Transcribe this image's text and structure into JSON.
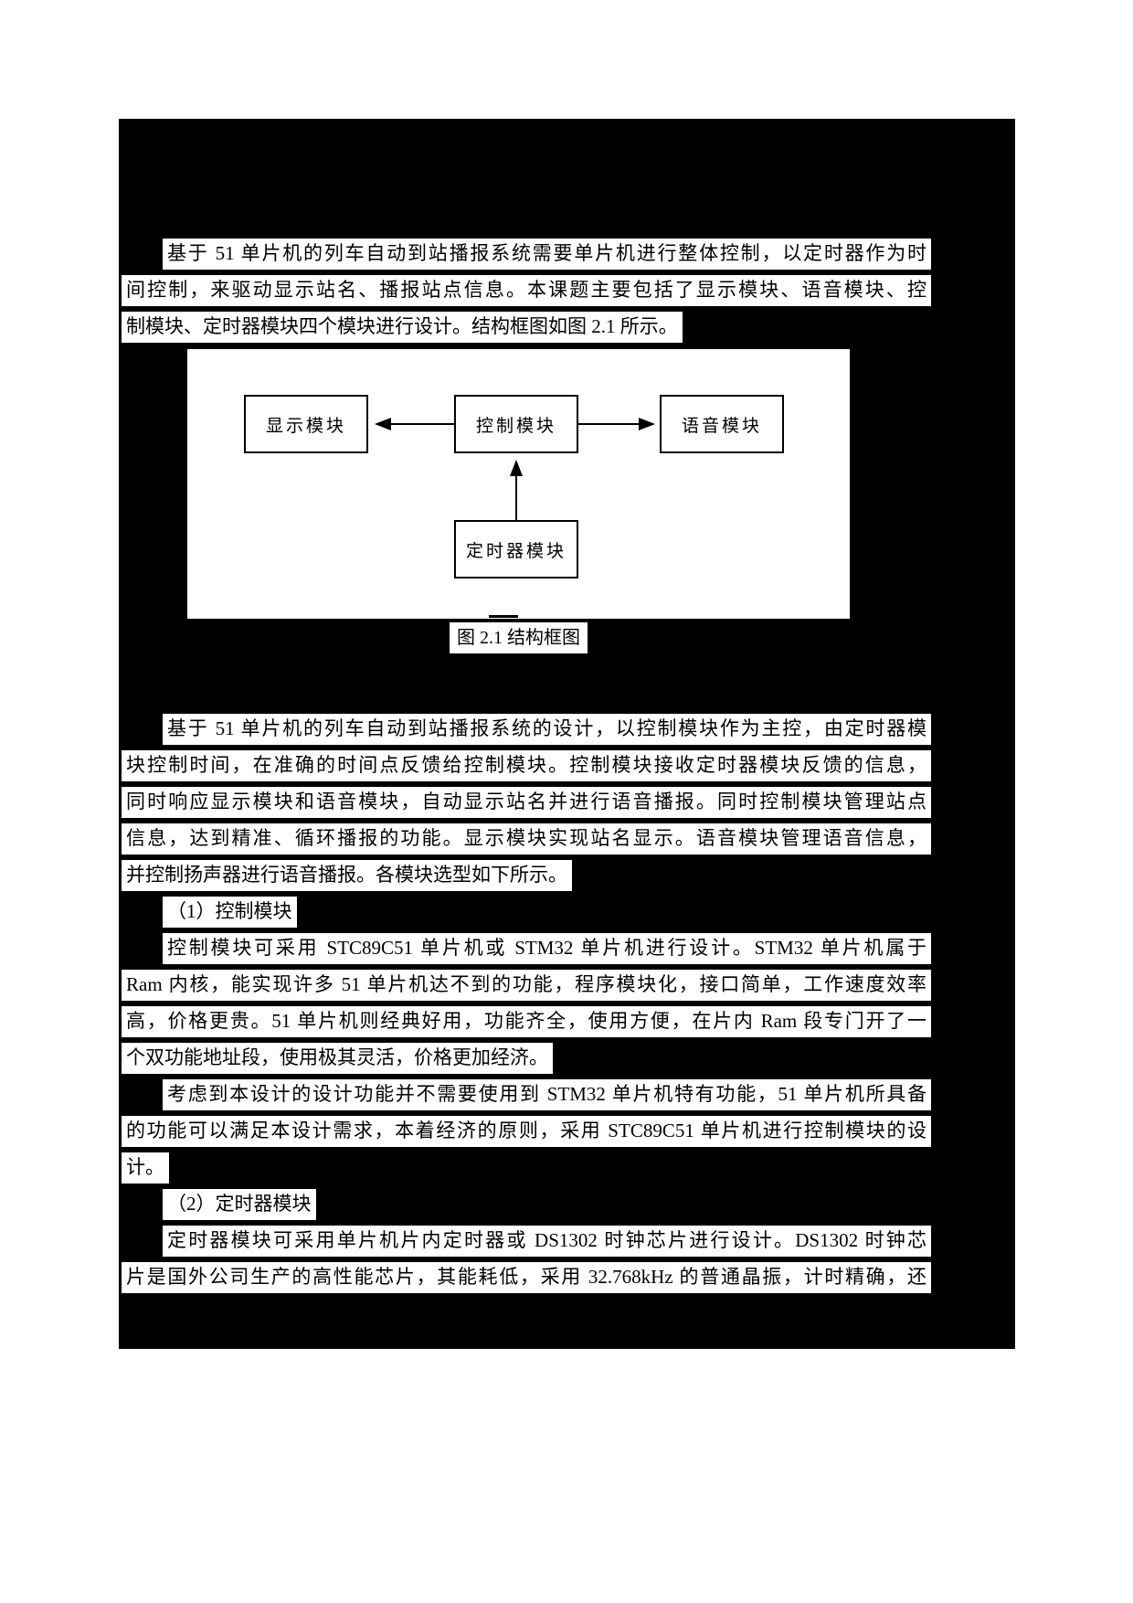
{
  "doc": {
    "colors": {
      "page_background": "#ffffff",
      "redaction_background": "#000000",
      "text_highlight": "#ffffff",
      "text_color": "#000000"
    },
    "para1": [
      "基于 51 单片机的列车自动到站播报系统需要单片机进行整体控制，以定时器作为时",
      "间控制，来驱动显示站名、播报站点信息。本课题主要包括了显示模块、语音模块、控",
      "制模块、定时器模块四个模块进行设计。结构框图如图 2.1 所示。"
    ],
    "diagram": {
      "boxes": {
        "display": "显示模块",
        "control": "控制模块",
        "voice": "语音模块",
        "timer": "定时器模块"
      },
      "caption": "图 2.1 结构框图"
    },
    "para2": [
      "基于 51 单片机的列车自动到站播报系统的设计，以控制模块作为主控，由定时器模",
      "块控制时间，在准确的时间点反馈给控制模块。控制模块接收定时器模块反馈的信息，",
      "同时响应显示模块和语音模块，自动显示站名并进行语音播报。同时控制模块管理站点",
      "信息，达到精准、循环播报的功能。显示模块实现站名显示。语音模块管理语音信息，",
      "并控制扬声器进行语音播报。各模块选型如下所示。",
      "（1）控制模块",
      "控制模块可采用 STC89C51 单片机或 STM32 单片机进行设计。STM32 单片机属于",
      "Ram 内核，能实现许多 51 单片机达不到的功能，程序模块化，接口简单，工作速度效率",
      "高，价格更贵。51 单片机则经典好用，功能齐全，使用方便，在片内 Ram 段专门开了一",
      "个双功能地址段，使用极其灵活，价格更加经济。",
      "考虑到本设计的设计功能并不需要使用到 STM32 单片机特有功能，51 单片机所具备",
      "的功能可以满足本设计需求，本着经济的原则，采用 STC89C51 单片机进行控制模块的设",
      "计。",
      "（2）定时器模块",
      "定时器模块可采用单片机片内定时器或 DS1302 时钟芯片进行设计。DS1302 时钟芯",
      "片是国外公司生产的高性能芯片，其能耗低，采用 32.768kHz 的普通晶振，计时精确，还"
    ]
  }
}
